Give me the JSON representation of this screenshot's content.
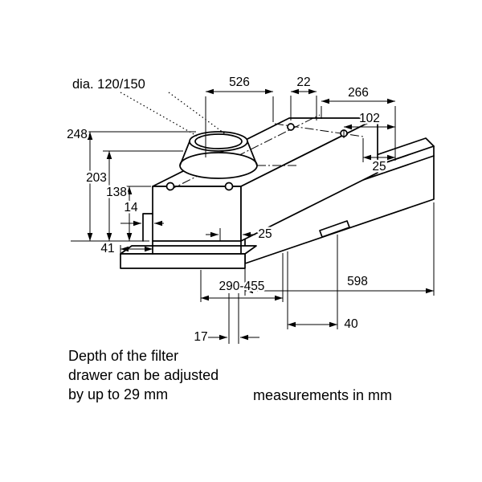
{
  "drawing": {
    "dims": {
      "dia": "dia. 120/150",
      "w526": "526",
      "w22": "22",
      "w266": "266",
      "w102": "102",
      "h25_rear": "25",
      "h248": "248",
      "h203": "203",
      "h138": "138",
      "w14": "14",
      "w25_front": "25",
      "w41": "41",
      "d290_455": "290-455",
      "w598": "598",
      "w17": "17",
      "w40": "40"
    }
  },
  "notes": {
    "filter_line1": "Depth of the filter",
    "filter_line2": "drawer can be adjusted",
    "filter_line3": "by up to 29 mm",
    "units": "measurements in mm"
  },
  "colors": {
    "line": "#000000",
    "background": "#ffffff"
  }
}
